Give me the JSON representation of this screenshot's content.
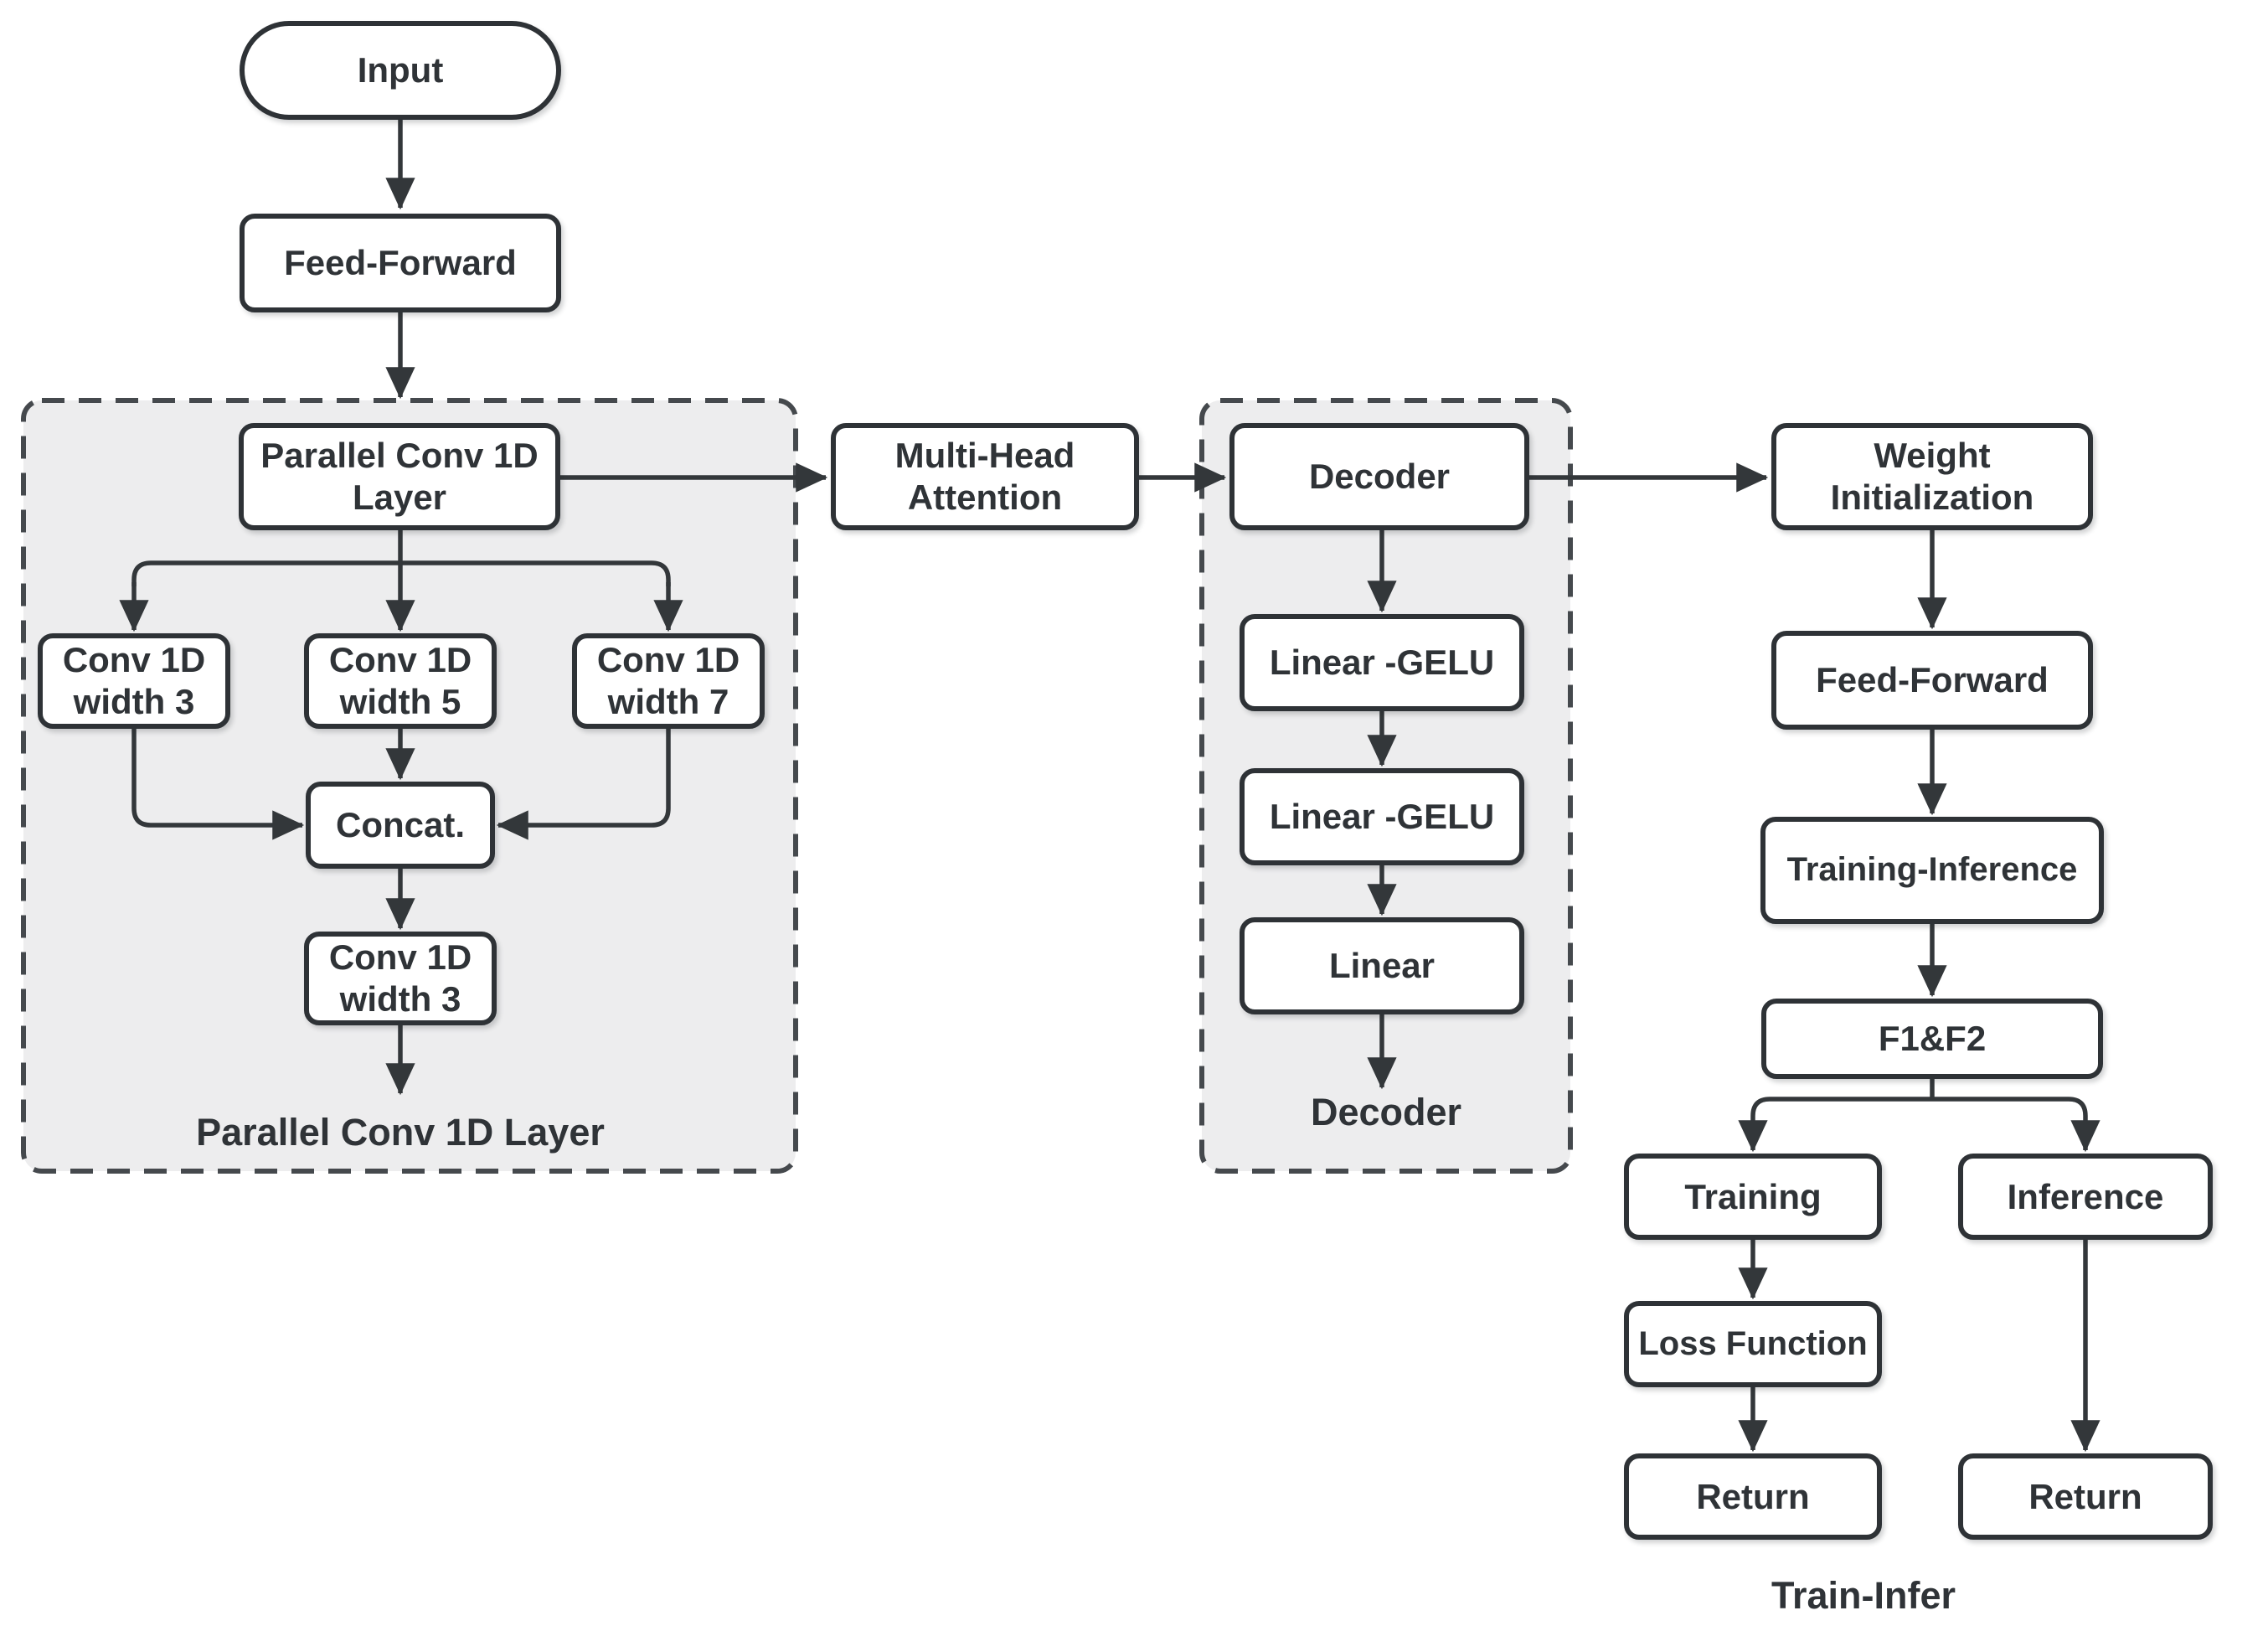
{
  "diagram": {
    "type": "flowchart",
    "colors": {
      "background": "#ffffff",
      "node_fill": "#ffffff",
      "node_border": "#2e3236",
      "arrow": "#33373a",
      "group_fill": "#ededee",
      "group_border": "#45494d",
      "text": "#2f3337"
    },
    "nodes": {
      "input": {
        "label": "Input"
      },
      "feed_forward_1": {
        "label": "Feed-Forward"
      },
      "parallel_conv_layer": {
        "line1": "Parallel Conv 1D",
        "line2": "Layer"
      },
      "conv_w3_a": {
        "line1": "Conv 1D",
        "line2": "width 3"
      },
      "conv_w5": {
        "line1": "Conv 1D",
        "line2": "width 5"
      },
      "conv_w7": {
        "line1": "Conv 1D",
        "line2": "width 7"
      },
      "concat": {
        "label": "Concat."
      },
      "conv_w3_b": {
        "line1": "Conv 1D",
        "line2": "width 3"
      },
      "multi_head_attention": {
        "line1": "Multi-Head",
        "line2": "Attention"
      },
      "decoder": {
        "label": "Decoder"
      },
      "linear_gelu_1": {
        "label": "Linear -GELU"
      },
      "linear_gelu_2": {
        "label": "Linear -GELU"
      },
      "linear": {
        "label": "Linear"
      },
      "weight_initialization": {
        "line1": "Weight",
        "line2": "Initialization"
      },
      "feed_forward_2": {
        "label": "Feed-Forward"
      },
      "training_inference": {
        "label": "Training-Inference"
      },
      "f1_f2": {
        "label": "F1&F2"
      },
      "training": {
        "label": "Training"
      },
      "inference": {
        "label": "Inference"
      },
      "loss_function": {
        "label": "Loss Function"
      },
      "return_training": {
        "label": "Return"
      },
      "return_inference": {
        "label": "Return"
      }
    },
    "captions": {
      "parallel_group": "Parallel Conv 1D Layer",
      "decoder_group": "Decoder",
      "train_infer": "Train-Infer"
    },
    "edges": [
      "Input -> Feed-Forward",
      "Feed-Forward -> Parallel Conv 1D Layer (group)",
      "Parallel Conv 1D Layer -> Conv 1D width 3",
      "Parallel Conv 1D Layer -> Conv 1D width 5",
      "Parallel Conv 1D Layer -> Conv 1D width 7",
      "Conv 1D width 3 -> Concat.",
      "Conv 1D width 5 -> Concat.",
      "Conv 1D width 7 -> Concat.",
      "Concat. -> Conv 1D width 3",
      "Conv 1D width 3 -> (out of group)",
      "Parallel Conv 1D Layer -> Multi-Head Attention",
      "Multi-Head Attention -> Decoder",
      "Decoder -> Linear -GELU",
      "Linear -GELU -> Linear -GELU",
      "Linear -GELU -> Linear",
      "Linear -> (out of group)",
      "Decoder -> Weight Initialization",
      "Weight Initialization -> Feed-Forward",
      "Feed-Forward -> Training-Inference",
      "Training-Inference -> F1&F2",
      "F1&F2 -> Training",
      "F1&F2 -> Inference",
      "Training -> Loss Function",
      "Loss Function -> Return",
      "Inference -> Return"
    ]
  }
}
